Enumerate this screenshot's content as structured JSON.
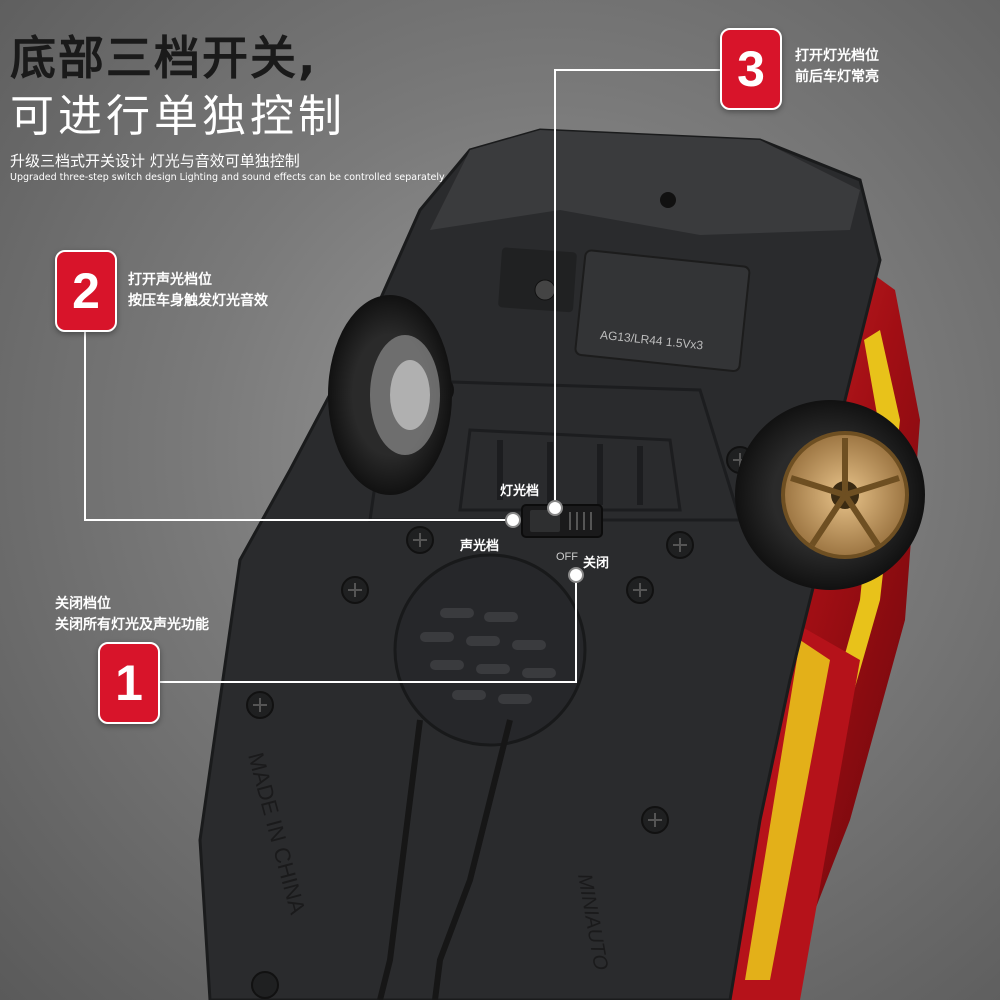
{
  "header": {
    "title_line1": "底部三档开关,",
    "title_line2": "可进行单独控制",
    "subtitle_cn": "升级三档式开关设计 灯光与音效可单独控制",
    "subtitle_en": "Upgraded three-step switch design Lighting and sound effects can be controlled separately"
  },
  "callouts": [
    {
      "number": "3",
      "line1": "打开灯光档位",
      "line2": "前后车灯常亮"
    },
    {
      "number": "2",
      "line1": "打开声光档位",
      "line2": "按压车身触发灯光音效"
    },
    {
      "number": "1",
      "line1": "关闭档位",
      "line2": "关闭所有灯光及声光功能"
    }
  ],
  "switch_labels": {
    "light": "灯光档",
    "sound_light": "声光档",
    "off": "关闭",
    "off_mark": "OFF"
  },
  "battery_label": "AG13/LR44 1.5Vx3",
  "body_text": {
    "made_in": "MADE IN CHINA",
    "brand": "MINIAUTO"
  },
  "colors": {
    "badge_red": "#d8142a",
    "car_red": "#c4141c",
    "stripe_yellow": "#e8c21a",
    "chassis": "#2a2b2d"
  }
}
